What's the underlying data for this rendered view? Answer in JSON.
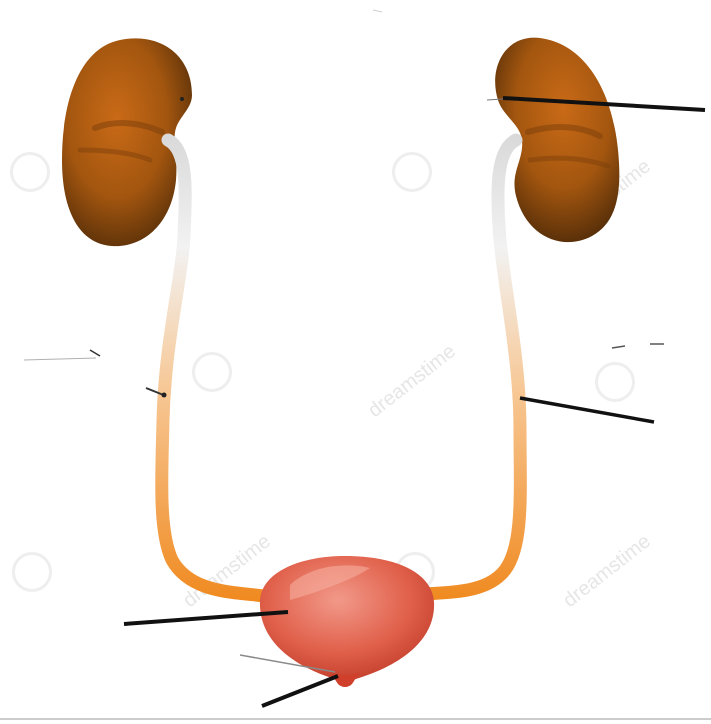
{
  "diagram": {
    "structures": [
      "left-kidney",
      "right-kidney",
      "left-ureter",
      "right-ureter",
      "urinary-bladder",
      "urethra"
    ],
    "label_lines": [
      "right-kidney-pointer",
      "right-ureter-pointer",
      "left-ureter-pointer",
      "bladder-pointer",
      "urethra-pointer"
    ],
    "label_texts": []
  },
  "watermark": {
    "text": "dreamstime"
  },
  "colors": {
    "kidney": "#8a4a0f",
    "kidney_highlight": "#c96a17",
    "ureter_top": "#e6e6e6",
    "ureter_bottom": "#f28a1f",
    "bladder": "#d84a32",
    "bladder_highlight": "#f08a78",
    "line": "#111111"
  }
}
